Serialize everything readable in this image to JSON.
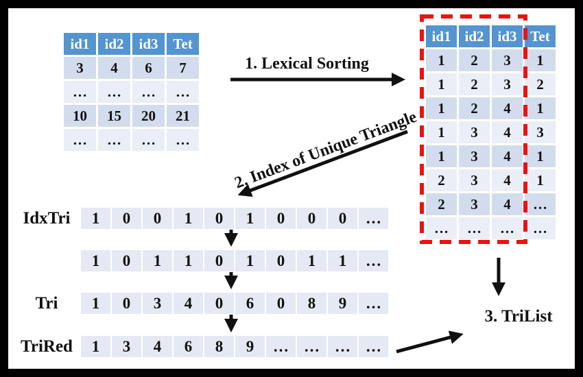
{
  "colors": {
    "table_header_bg": "#5494cf",
    "band_dark": "#d2dcec",
    "band_light": "#eaeef6",
    "strip_bg": "#e4e9f3",
    "highlight_red": "#ee1111",
    "ink": "#111111"
  },
  "step_labels": {
    "step1": "1. Lexical Sorting",
    "step2": "2. Index of Unique Triangle",
    "step3": "3. TriList"
  },
  "left_table": {
    "headers": [
      "id1",
      "id2",
      "id3",
      "Tet"
    ],
    "rows": [
      [
        "3",
        "4",
        "6",
        "7"
      ],
      [
        "…",
        "…",
        "…",
        "…"
      ],
      [
        "10",
        "15",
        "20",
        "21"
      ],
      [
        "…",
        "…",
        "…",
        "…"
      ]
    ]
  },
  "right_table": {
    "headers": [
      "id1",
      "id2",
      "id3",
      "Tet"
    ],
    "rows": [
      [
        "1",
        "2",
        "3",
        "1"
      ],
      [
        "1",
        "2",
        "3",
        "2"
      ],
      [
        "1",
        "2",
        "4",
        "1"
      ],
      [
        "1",
        "3",
        "4",
        "3"
      ],
      [
        "1",
        "3",
        "4",
        "1"
      ],
      [
        "2",
        "3",
        "4",
        "1"
      ],
      [
        "2",
        "3",
        "4",
        "…"
      ],
      [
        "…",
        "…",
        "…",
        "…"
      ]
    ]
  },
  "strips": [
    {
      "label": "IdxTri",
      "cells": [
        "1",
        "0",
        "0",
        "1",
        "0",
        "1",
        "0",
        "0",
        "0",
        "…"
      ]
    },
    {
      "label": "",
      "cells": [
        "1",
        "0",
        "1",
        "1",
        "0",
        "1",
        "0",
        "1",
        "1",
        "…"
      ]
    },
    {
      "label": "Tri",
      "cells": [
        "1",
        "0",
        "3",
        "4",
        "0",
        "6",
        "0",
        "8",
        "9",
        "…"
      ]
    },
    {
      "label": "TriRed",
      "cells": [
        "1",
        "3",
        "4",
        "6",
        "8",
        "9",
        "…",
        "…",
        "…",
        "…"
      ]
    }
  ]
}
